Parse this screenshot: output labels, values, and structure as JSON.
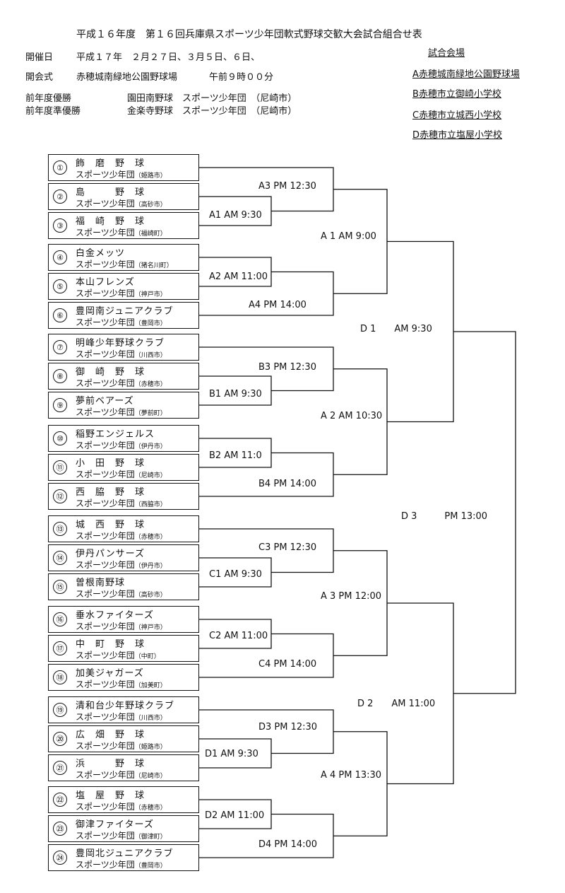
{
  "header": {
    "title": "平成１６年度　第１６回兵庫県スポーツ少年団軟式野球交歓大会試合組合せ表",
    "date_label": "開催日",
    "date_value": "平成１７年　２月２７日、３月５日、６日、",
    "opening_label": "開会式",
    "opening_place": "赤穂城南緑地公園野球場",
    "opening_time": "午前９時００分",
    "champion_label": "前年度優勝",
    "champion_team": "園田南野球　スポーツ少年団　（尼崎市）",
    "runnerup_label": "前年度準優勝",
    "runnerup_team": "金楽寺野球　スポーツ少年団　（尼崎市）"
  },
  "venues": {
    "heading": "試合会場",
    "items": [
      "A赤穂城南緑地公園野球場",
      "B赤穂市立御崎小学校",
      "C赤穂市立城西小学校",
      "D赤穂市立塩屋小学校"
    ]
  },
  "teams": [
    {
      "num": "①",
      "name": "飾　磨　野　球",
      "sub": "スポーツ少年団",
      "city": "（姫路市）"
    },
    {
      "num": "②",
      "name": "島　　　野　球",
      "sub": "スポーツ少年団",
      "city": "（高砂市）"
    },
    {
      "num": "③",
      "name": "福　崎　野　球",
      "sub": "スポーツ少年団",
      "city": "（福崎町）"
    },
    {
      "num": "④",
      "name": "白金メッツ",
      "sub": "スポーツ少年団",
      "city": "（猪名川町）"
    },
    {
      "num": "⑤",
      "name": "本山フレンズ",
      "sub": "スポーツ少年団",
      "city": "（神戸市）"
    },
    {
      "num": "⑥",
      "name": "豊岡南ジュニアクラブ",
      "sub": "スポーツ少年団",
      "city": "（豊岡市）"
    },
    {
      "num": "⑦",
      "name": "明峰少年野球クラブ",
      "sub": "スポーツ少年団",
      "city": "（川西市）"
    },
    {
      "num": "⑧",
      "name": "御　崎　野　球",
      "sub": "スポーツ少年団",
      "city": "（赤穂市）"
    },
    {
      "num": "⑨",
      "name": "夢前ベアーズ",
      "sub": "スポーツ少年団",
      "city": "（夢前町）"
    },
    {
      "num": "⑩",
      "name": "稲野エンジェルス",
      "sub": "スポーツ少年団",
      "city": "（伊丹市）"
    },
    {
      "num": "⑪",
      "name": "小　田　野　球",
      "sub": "スポーツ少年団",
      "city": "（尼崎市）"
    },
    {
      "num": "⑫",
      "name": "西　脇　野　球",
      "sub": "スポーツ少年団",
      "city": "（西脇市）"
    },
    {
      "num": "⑬",
      "name": "城　西　野　球",
      "sub": "スポーツ少年団",
      "city": "（赤穂市）"
    },
    {
      "num": "⑭",
      "name": "伊丹パンサーズ",
      "sub": "スポーツ少年団",
      "city": "（伊丹市）"
    },
    {
      "num": "⑮",
      "name": "曽根南野球",
      "sub": "スポーツ少年団",
      "city": "（高砂市）"
    },
    {
      "num": "⑯",
      "name": "垂水ファイターズ",
      "sub": "スポーツ少年団",
      "city": "（神戸市）"
    },
    {
      "num": "⑰",
      "name": "中　町　野　球",
      "sub": "スポーツ少年団",
      "city": "（中町）"
    },
    {
      "num": "⑱",
      "name": "加美ジャガーズ",
      "sub": "スポーツ少年団",
      "city": "（加美町）"
    },
    {
      "num": "⑲",
      "name": "清和台少年野球クラブ",
      "sub": "スポーツ少年団",
      "city": "（川西市）"
    },
    {
      "num": "⑳",
      "name": "広　畑　野　球",
      "sub": "スポーツ少年団",
      "city": "（姫路市）"
    },
    {
      "num": "㉑",
      "name": "浜　　　野　球",
      "sub": "スポーツ少年団",
      "city": "（尼崎市）"
    },
    {
      "num": "㉒",
      "name": "塩　屋　野　球",
      "sub": "スポーツ少年団",
      "city": "（赤穂市）"
    },
    {
      "num": "㉓",
      "name": "御津ファイターズ",
      "sub": "スポーツ少年団",
      "city": "（御津町）"
    },
    {
      "num": "㉔",
      "name": "豊岡北ジュニアクラブ",
      "sub": "スポーツ少年団",
      "city": "（豊岡市）"
    }
  ],
  "matches": {
    "r1": [
      "A1 AM 9:30",
      "A2 AM 11:00",
      "B1 AM 9:30",
      "B2 AM 11:0",
      "C1 AM 9:30",
      "C2 AM 11:00",
      "D1 AM 9:30",
      "D2 AM 11:00"
    ],
    "r2": [
      "A3 PM 12:30",
      "A4 PM 14:00",
      "B3 PM 12:30",
      "B4 PM 14:00",
      "C3 PM 12:30",
      "C4 PM 14:00",
      "D3 PM 12:30",
      "D4 PM 14:00"
    ],
    "r3": [
      "A 1 AM 9:00",
      "A 2 AM 10:30",
      "A 3 PM 12:00",
      "A 4 PM 13:30"
    ],
    "r4": [
      "D 1　　AM 9:30",
      "D 2　　AM 11:00"
    ],
    "final": "D 3　　　PM 13:00"
  }
}
